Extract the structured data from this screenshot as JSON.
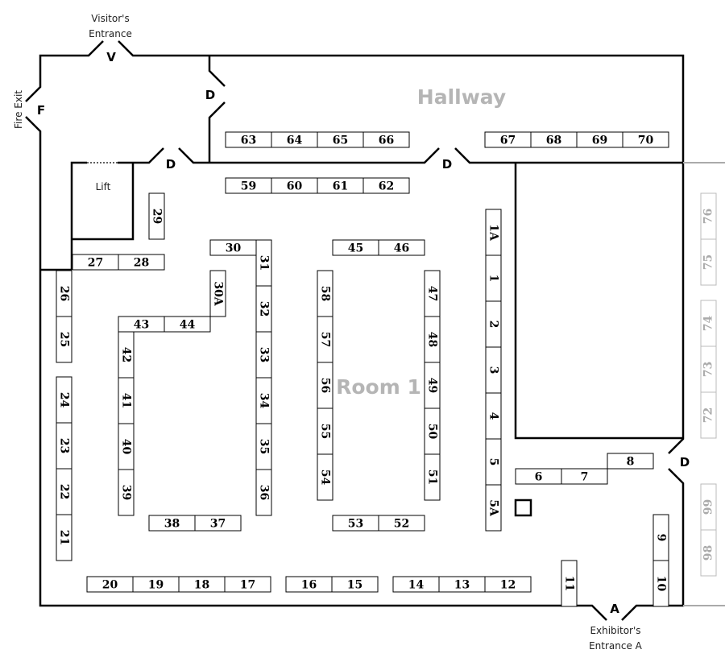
{
  "rooms": {
    "hallway": "Hallway",
    "room1": "Room 1",
    "lift": "Lift"
  },
  "entrances": {
    "visitor": [
      "Visitor's",
      "Entrance"
    ],
    "fire_exit": "Fire Exit",
    "exhibitor": [
      "Exhibitor's",
      "Entrance A"
    ]
  },
  "doors": {
    "v": "V",
    "f": "F",
    "d": "D",
    "a": "A"
  },
  "colors": {
    "highlight": "#FFB300",
    "inactive": "#aaaaaa"
  },
  "booths": [
    {
      "id": "63"
    },
    {
      "id": "64"
    },
    {
      "id": "65"
    },
    {
      "id": "66"
    },
    {
      "id": "59"
    },
    {
      "id": "60"
    },
    {
      "id": "61"
    },
    {
      "id": "62"
    },
    {
      "id": "67",
      "highlighted": true
    },
    {
      "id": "68",
      "highlighted": true
    },
    {
      "id": "69"
    },
    {
      "id": "70"
    },
    {
      "id": "29"
    },
    {
      "id": "27"
    },
    {
      "id": "28"
    },
    {
      "id": "30"
    },
    {
      "id": "31"
    },
    {
      "id": "32"
    },
    {
      "id": "33"
    },
    {
      "id": "34"
    },
    {
      "id": "35"
    },
    {
      "id": "36"
    },
    {
      "id": "30A"
    },
    {
      "id": "43"
    },
    {
      "id": "44"
    },
    {
      "id": "42"
    },
    {
      "id": "41"
    },
    {
      "id": "40"
    },
    {
      "id": "39"
    },
    {
      "id": "26"
    },
    {
      "id": "25"
    },
    {
      "id": "24"
    },
    {
      "id": "23"
    },
    {
      "id": "22"
    },
    {
      "id": "21"
    },
    {
      "id": "38"
    },
    {
      "id": "37"
    },
    {
      "id": "45"
    },
    {
      "id": "46"
    },
    {
      "id": "58"
    },
    {
      "id": "57"
    },
    {
      "id": "56"
    },
    {
      "id": "55"
    },
    {
      "id": "54"
    },
    {
      "id": "47"
    },
    {
      "id": "48"
    },
    {
      "id": "49"
    },
    {
      "id": "50"
    },
    {
      "id": "51"
    },
    {
      "id": "53"
    },
    {
      "id": "52"
    },
    {
      "id": "1A"
    },
    {
      "id": "1"
    },
    {
      "id": "2"
    },
    {
      "id": "3"
    },
    {
      "id": "4"
    },
    {
      "id": "5"
    },
    {
      "id": "5A"
    },
    {
      "id": "6"
    },
    {
      "id": "7"
    },
    {
      "id": "8"
    },
    {
      "id": "9"
    },
    {
      "id": "10"
    },
    {
      "id": "11"
    },
    {
      "id": "20"
    },
    {
      "id": "19"
    },
    {
      "id": "18"
    },
    {
      "id": "17"
    },
    {
      "id": "16"
    },
    {
      "id": "15"
    },
    {
      "id": "14"
    },
    {
      "id": "13"
    },
    {
      "id": "12"
    },
    {
      "id": "76",
      "inactive": true
    },
    {
      "id": "75",
      "inactive": true
    },
    {
      "id": "74",
      "inactive": true
    },
    {
      "id": "73",
      "inactive": true
    },
    {
      "id": "72",
      "inactive": true
    },
    {
      "id": "99",
      "inactive": true
    },
    {
      "id": "98",
      "inactive": true
    }
  ]
}
